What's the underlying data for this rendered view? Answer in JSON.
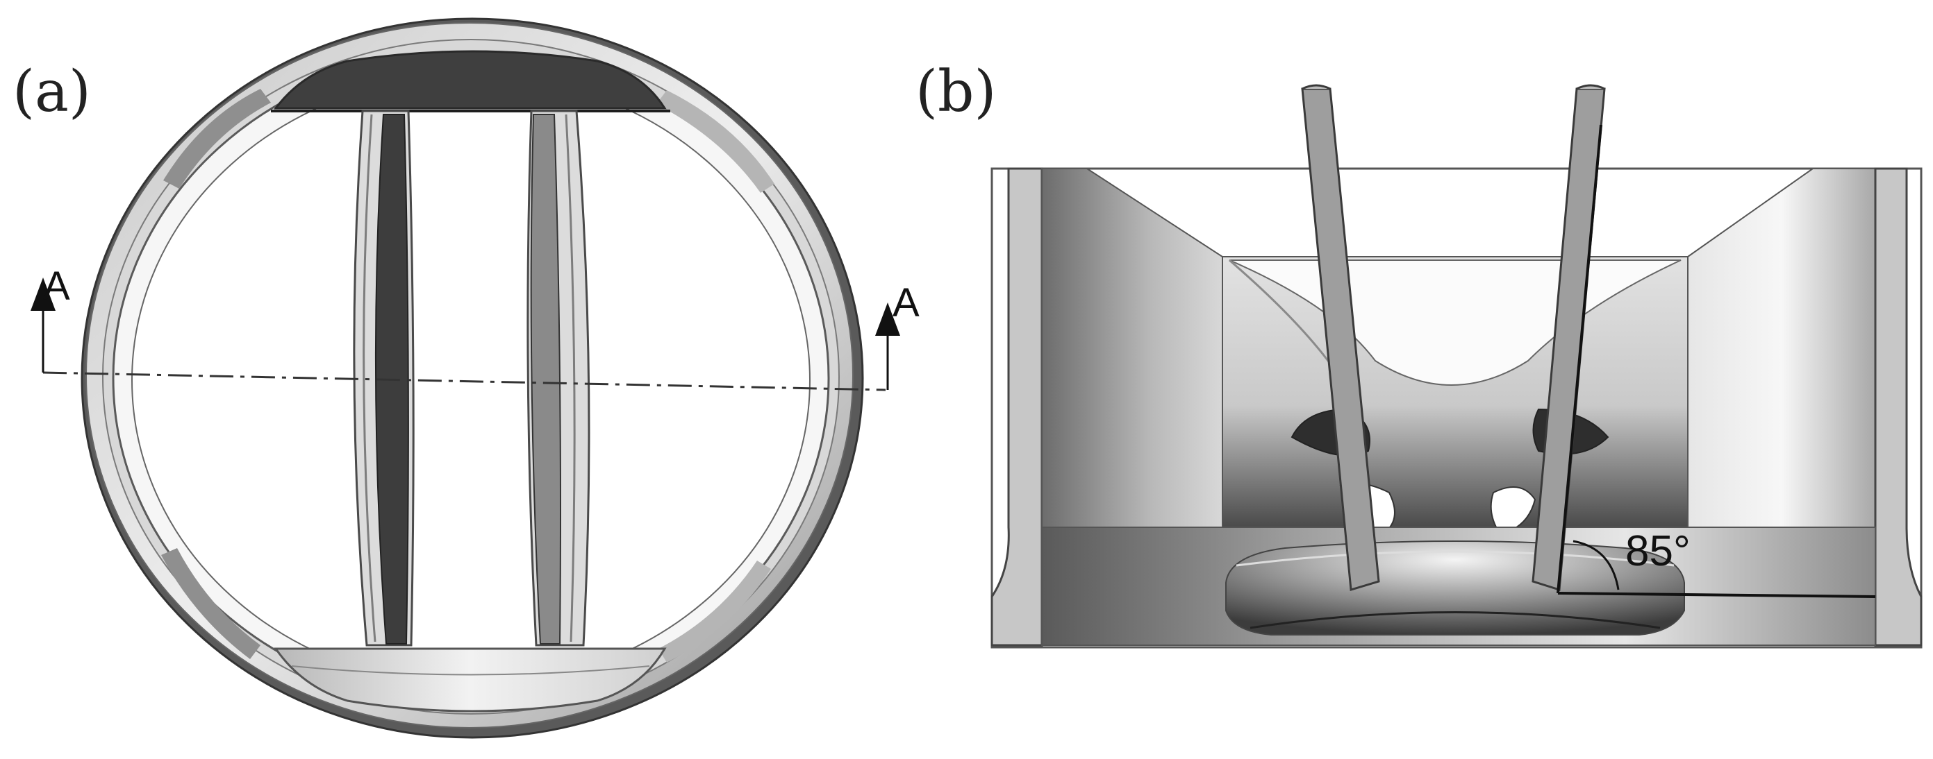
{
  "figure": {
    "panel_a": {
      "label": "(a)",
      "section_left_label": "A",
      "section_right_label": "A"
    },
    "panel_b": {
      "label": "(b)",
      "angle_label": "85°"
    },
    "colors": {
      "dark_gray": "#3d3d3d",
      "mid_gray": "#8a8a8a",
      "light_gray": "#cfcfcf",
      "outline": "#4a4a4a",
      "background": "#ffffff"
    }
  }
}
